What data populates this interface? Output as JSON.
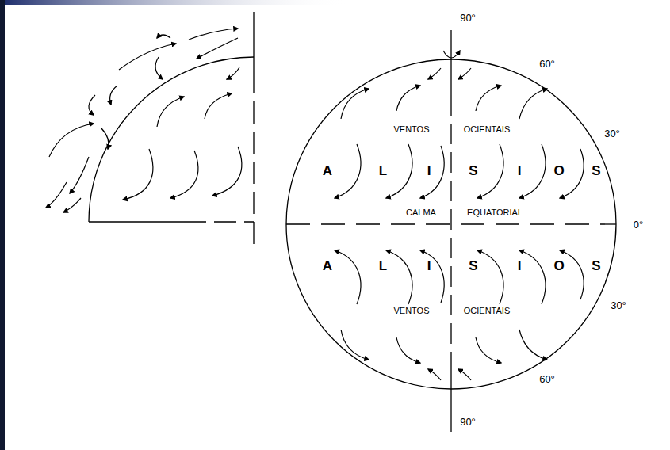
{
  "diagram": {
    "labels": [
      "90°",
      "60°",
      "VENTOS",
      "OCIENTAIS",
      "30°",
      "A",
      "L",
      "I",
      "S",
      "I",
      "O",
      "S",
      "CALMA",
      "EQUATORIAL",
      "0°",
      "A",
      "L",
      "I",
      "S",
      "I",
      "O",
      "S",
      "VENTOS",
      "OCIENTAIS",
      "30°",
      "60°",
      "90°"
    ]
  }
}
